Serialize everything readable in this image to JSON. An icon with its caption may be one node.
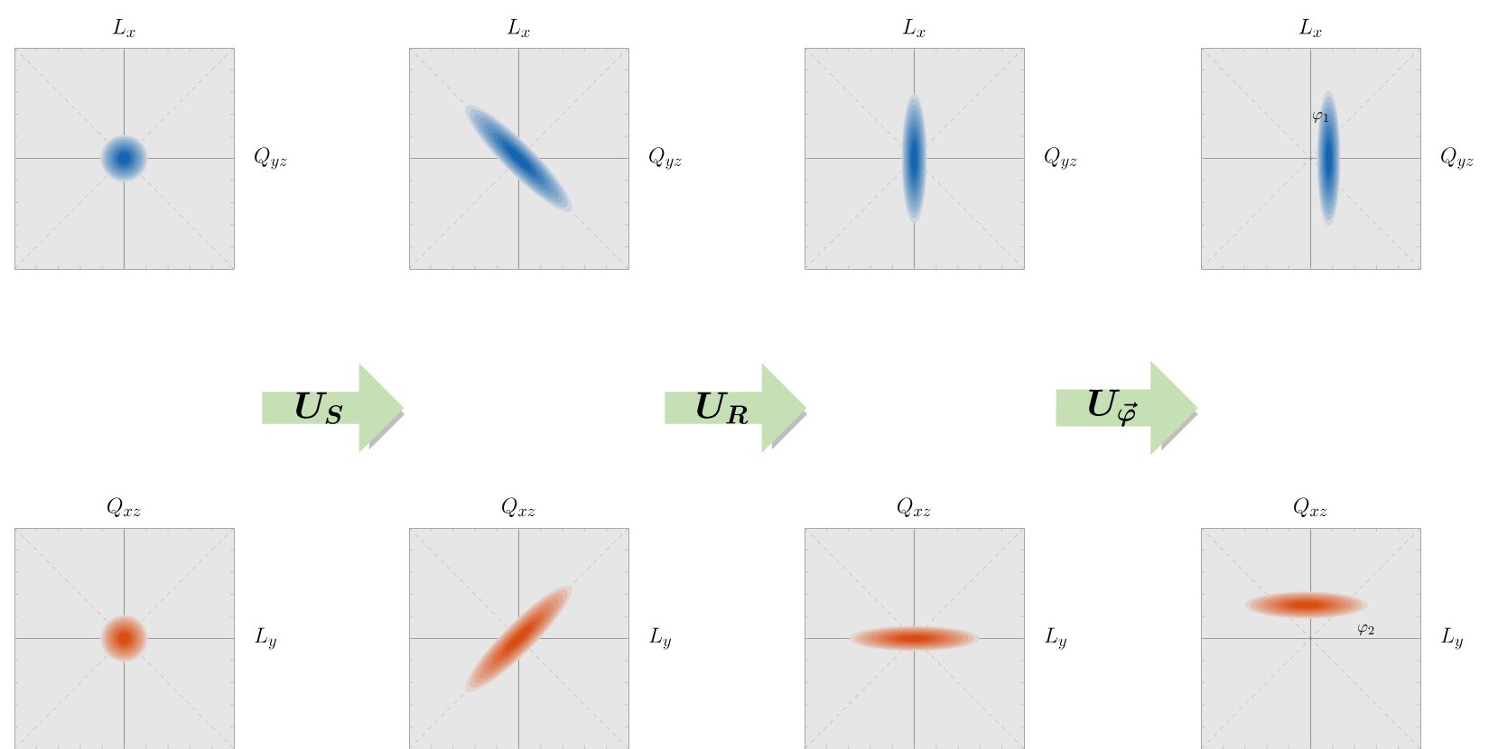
{
  "diagram": {
    "nodes": [
      {
        "text": [
          "L_x",
          "Q_{yz}"
        ]
      },
      {
        "text": [
          "L_x",
          "Q_{yz}"
        ]
      },
      {
        "text": [
          "L_x",
          "Q_{yz}"
        ]
      },
      {
        "text": [
          "L_x",
          "\\varphi_1",
          "Q_{yz}"
        ]
      },
      {
        "text": [
          "\\boldsymbol{U_S}"
        ]
      },
      {
        "text": [
          "\\boldsymbol{U_R}"
        ]
      },
      {
        "text": [
          "\\boldsymbol{U_{\\vec{\\varphi}}}"
        ]
      },
      {
        "text": [
          "Q_{xz}",
          "L_y"
        ]
      },
      {
        "text": [
          "Q_{xz}",
          "L_y"
        ]
      },
      {
        "text": [
          "Q_{xz}",
          "L_y"
        ]
      },
      {
        "text": [
          "Q_{xz}",
          "\\varphi_2",
          "L_y"
        ]
      }
    ]
  }
}
